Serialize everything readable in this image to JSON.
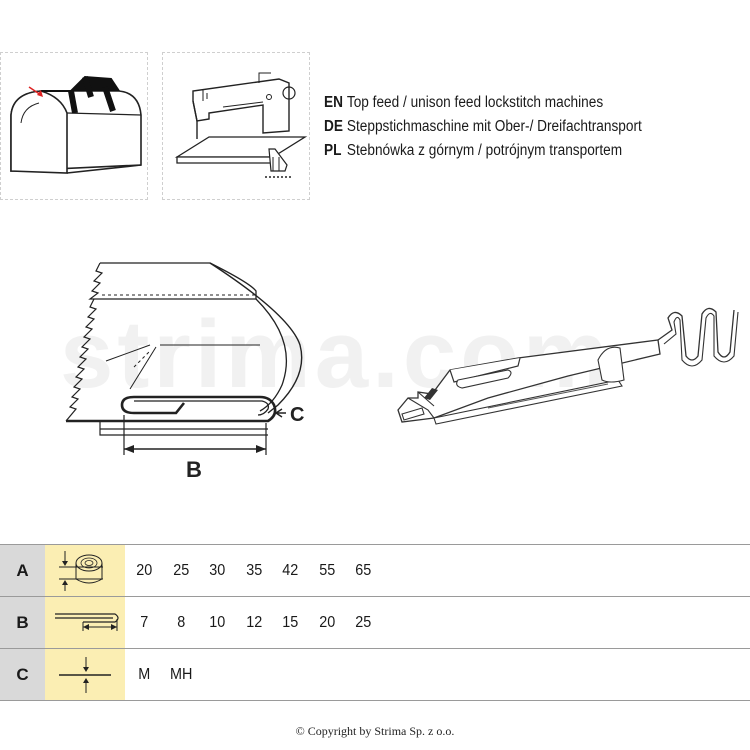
{
  "thumbnails": [
    {
      "icon": "bag-icon"
    },
    {
      "icon": "sewing-machine-icon"
    }
  ],
  "languages": [
    {
      "code": "EN",
      "text": "Top feed / unison feed lockstitch machines"
    },
    {
      "code": "DE",
      "text": "Steppstichmaschine mit Ober-/ Dreifachtransport"
    },
    {
      "code": "PL",
      "text": "Stebnówka z górnym / potrójnym transportem"
    }
  ],
  "watermark": "strima.com",
  "diagram": {
    "label_b": "B",
    "label_c": "C"
  },
  "table": {
    "rows": [
      {
        "label": "A",
        "icon": "tape-width-icon",
        "values": [
          "20",
          "25",
          "30",
          "35",
          "42",
          "55",
          "65"
        ]
      },
      {
        "label": "B",
        "icon": "fold-width-icon",
        "values": [
          "7",
          "8",
          "10",
          "12",
          "15",
          "20",
          "25"
        ]
      },
      {
        "label": "C",
        "icon": "thickness-icon",
        "values": [
          "M",
          "MH"
        ]
      }
    ]
  },
  "copyright": "© Copyright by Strima Sp. z o.o."
}
